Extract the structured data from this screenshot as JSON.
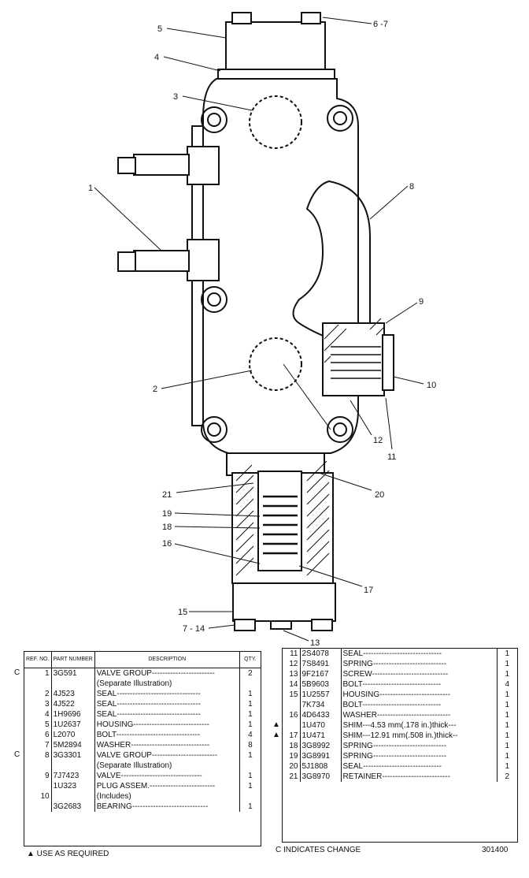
{
  "callouts": [
    "1",
    "2",
    "3",
    "4",
    "5",
    "6 -7",
    "8",
    "9",
    "10",
    "11",
    "12",
    "21",
    "20",
    "19",
    "18",
    "16",
    "17",
    "15",
    "7 - 14",
    "13"
  ],
  "left_table": {
    "headers": {
      "ref": "REF. NO.",
      "part": "PART NUMBER",
      "desc": "DESCRIPTION",
      "qty": "QTY."
    },
    "rows": [
      {
        "mark": "C",
        "ref": "1",
        "part": "3G591",
        "desc": "VALVE GROUP------------------------",
        "qty": "2"
      },
      {
        "mark": "",
        "ref": "",
        "part": "",
        "desc": "(Separate Illustration)",
        "qty": ""
      },
      {
        "mark": "",
        "ref": "2",
        "part": "4J523",
        "desc": "SEAL--------------------------------",
        "qty": "1"
      },
      {
        "mark": "",
        "ref": "3",
        "part": "4J522",
        "desc": "SEAL--------------------------------",
        "qty": "1"
      },
      {
        "mark": "",
        "ref": "4",
        "part": "1H9696",
        "desc": "SEAL--------------------------------",
        "qty": "1"
      },
      {
        "mark": "",
        "ref": "5",
        "part": "1U2637",
        "desc": "HOUSING-----------------------------",
        "qty": "1"
      },
      {
        "mark": "",
        "ref": "6",
        "part": "L2070",
        "desc": "BOLT--------------------------------",
        "qty": "4"
      },
      {
        "mark": "",
        "ref": "7",
        "part": "5M2894",
        "desc": "WASHER------------------------------",
        "qty": "8"
      },
      {
        "mark": "C",
        "ref": "8",
        "part": "3G3301",
        "desc": "VALVE GROUP-------------------------",
        "qty": "1"
      },
      {
        "mark": "",
        "ref": "",
        "part": "",
        "desc": "(Separate Illustration)",
        "qty": ""
      },
      {
        "mark": "",
        "ref": "9",
        "part": "7J7423",
        "desc": "VALVE-------------------------------",
        "qty": "1"
      },
      {
        "mark": "",
        "ref": "",
        "part": "1U323",
        "desc": "PLUG ASSEM.-------------------------",
        "qty": "1"
      },
      {
        "mark": "",
        "ref": "10",
        "part": "",
        "desc": "(Includes)",
        "qty": ""
      },
      {
        "mark": "",
        "ref": "",
        "part": "3G2683",
        "desc": "BEARING-----------------------------",
        "qty": "1"
      }
    ]
  },
  "right_table": {
    "rows": [
      {
        "mark": "",
        "ref": "11",
        "part": "2S4078",
        "desc": "SEAL------------------------------",
        "qty": "1"
      },
      {
        "mark": "",
        "ref": "12",
        "part": "7S8491",
        "desc": "SPRING----------------------------",
        "qty": "1"
      },
      {
        "mark": "",
        "ref": "13",
        "part": "9F2167",
        "desc": "SCREW-----------------------------",
        "qty": "1"
      },
      {
        "mark": "",
        "ref": "14",
        "part": "5B9603",
        "desc": "BOLT------------------------------",
        "qty": "4"
      },
      {
        "mark": "",
        "ref": "15",
        "part": "1U2557",
        "desc": "HOUSING---------------------------",
        "qty": "1"
      },
      {
        "mark": "",
        "ref": "",
        "part": "7K734",
        "desc": "BOLT------------------------------",
        "qty": "1"
      },
      {
        "mark": "",
        "ref": "16",
        "part": "4D6433",
        "desc": "WASHER----------------------------",
        "qty": "1"
      },
      {
        "mark": "▲",
        "ref": "",
        "part": "1U470",
        "desc": "SHIM---4.53 mm(.178 in.)thick---",
        "qty": "1"
      },
      {
        "mark": "▲",
        "ref": "17",
        "part": "1U471",
        "desc": "SHIM---12.91 mm(.508 in.)thick--",
        "qty": "1"
      },
      {
        "mark": "",
        "ref": "18",
        "part": "3G8992",
        "desc": "SPRING----------------------------",
        "qty": "1"
      },
      {
        "mark": "",
        "ref": "19",
        "part": "3G8991",
        "desc": "SPRING----------------------------",
        "qty": "1"
      },
      {
        "mark": "",
        "ref": "20",
        "part": "5J1808",
        "desc": "SEAL------------------------------",
        "qty": "1"
      },
      {
        "mark": "",
        "ref": "21",
        "part": "3G8970",
        "desc": "RETAINER--------------------------",
        "qty": "2"
      }
    ]
  },
  "notes": {
    "use_as_required": "▲ USE AS REQUIRED",
    "indicates_change": "C INDICATES CHANGE",
    "figure_number": "301400"
  }
}
